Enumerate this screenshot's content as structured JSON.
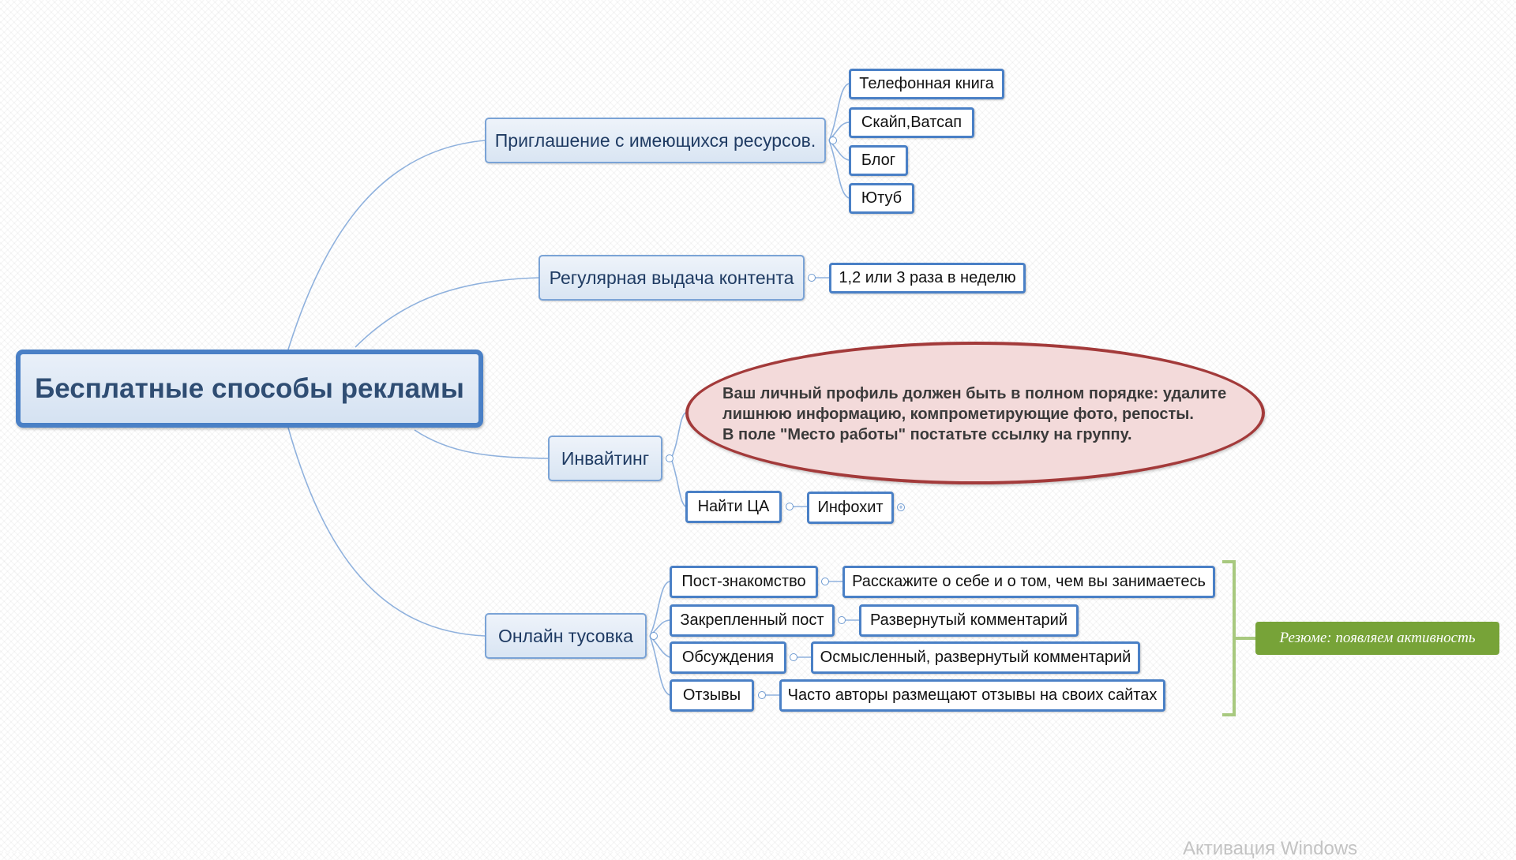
{
  "root": {
    "label": "Бесплатные способы рекламы"
  },
  "branches": [
    {
      "label": "Приглашение с имеющихся ресурсов.",
      "children": [
        "Телефонная книга",
        "Скайп,Ватсап",
        "Блог",
        "Ютуб"
      ]
    },
    {
      "label": "Регулярная выдача контента",
      "children": [
        "1,2 или 3 раза в неделю"
      ]
    },
    {
      "label": "Инвайтинг",
      "callout": [
        "Ваш личный профиль должен быть в полном порядке: удалите",
        "лишнюю информацию, компрометирующие фото, репосты.",
        "В поле \"Место работы\" постатьте ссылку на группу."
      ],
      "children": [
        {
          "label": "Найти ЦА",
          "children": [
            "Инфохит"
          ]
        }
      ]
    },
    {
      "label": "Онлайн тусовка",
      "children": [
        {
          "label": "Пост-знакомство",
          "children": [
            "Расскажите о себе и о том, чем вы занимаетесь"
          ]
        },
        {
          "label": "Закрепленный пост",
          "children": [
            "Развернутый комментарий"
          ]
        },
        {
          "label": "Обсуждения",
          "children": [
            "Осмысленный, развернутый комментарий"
          ]
        },
        {
          "label": "Отзывы",
          "children": [
            "Часто авторы размещают отзывы на своих сайтах"
          ]
        }
      ],
      "summary": "Резюме: появляем активность"
    }
  ],
  "watermark": "Активация Windows",
  "colors": {
    "link": "#8fb1dd",
    "node_border": "#4a80c6",
    "callout_border": "#a33a3a",
    "callout_fill": "#f3dada",
    "summary_fill": "#77a338",
    "summary_bracket": "#a8c97f"
  }
}
